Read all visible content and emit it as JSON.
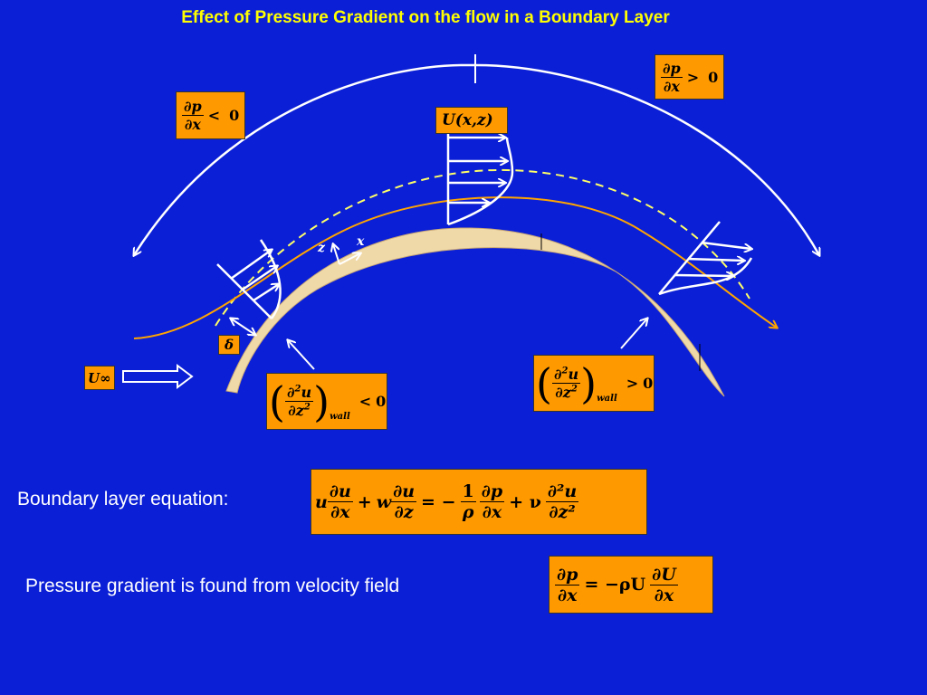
{
  "title": "Effect of Pressure Gradient on the flow in a Boundary Layer",
  "diagram": {
    "grad_left": {
      "num": "∂p",
      "den": "∂x",
      "rel": "<",
      "rhs": "0"
    },
    "grad_right": {
      "num": "∂p",
      "den": "∂x",
      "rel": ">",
      "rhs": "0"
    },
    "velocity_label": "U(x,z)",
    "delta_label": "δ",
    "freestream_label": "U∞",
    "axis_z": "z",
    "axis_x": "x",
    "wall_left": {
      "num_d": "∂",
      "num_sup": "2",
      "num_v": "u",
      "den_d": "∂z",
      "den_sup": "2",
      "sub": "wall",
      "rel": "<",
      "rhs": "0"
    },
    "wall_right": {
      "num_d": "∂",
      "num_sup": "2",
      "num_v": "u",
      "den_d": "∂z",
      "den_sup": "2",
      "sub": "wall",
      "rel": ">",
      "rhs": "0"
    }
  },
  "equations": {
    "bl_label": "Boundary layer equation:",
    "bl": {
      "t1": "u",
      "f1n": "∂u",
      "f1d": "∂x",
      "plus1": "+",
      "t2": "w",
      "f2n": "∂u",
      "f2d": "∂z",
      "eq": "= −",
      "f3n": "1",
      "f3d": "ρ",
      "f4n": "∂p",
      "f4d": "∂x",
      "plus2": "+ ν",
      "f5n": "∂²u",
      "f5d": "∂z²"
    },
    "pg_label": "Pressure gradient is found from velocity field",
    "pg": {
      "f1n": "∂p",
      "f1d": "∂x",
      "eq": "= −ρU",
      "f2n": "∂U",
      "f2d": "∂x"
    }
  },
  "colors": {
    "background": "#0b1fd6",
    "box": "#ff9900",
    "title": "#ffff00",
    "surface": "#f0d9a8",
    "edge_line": "#ffa500"
  }
}
